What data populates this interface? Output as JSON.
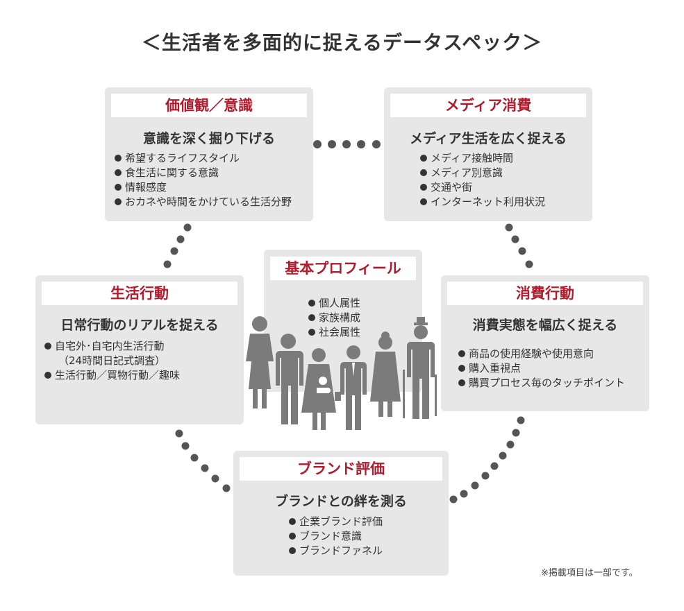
{
  "title": "＜生活者を多面的に捉えるデータスペック＞",
  "cards": {
    "values": {
      "header": "価値観／意識",
      "subtitle": "意識を深く掘り下げる",
      "items": [
        "希望するライフスタイル",
        "食生活に関する意識",
        "情報感度",
        "おカネや時間をかけている生活分野"
      ]
    },
    "media": {
      "header": "メディア消費",
      "subtitle": "メディア生活を広く捉える",
      "items": [
        "メディア接触時間",
        "メディア別意識",
        "交通や街",
        "インターネット利用状況"
      ]
    },
    "profile": {
      "header": "基本プロフィール",
      "items": [
        "個人属性",
        "家族構成",
        "社会属性"
      ]
    },
    "life": {
      "header": "生活行動",
      "subtitle": "日常行動のリアルを捉える",
      "items": [
        "自宅外･自宅内生活行動",
        "（24時間日記式調査）",
        "生活行動／買物行動／趣味"
      ]
    },
    "consume": {
      "header": "消費行動",
      "subtitle": "消費実態を幅広く捉える",
      "items": [
        "商品の使用経験や使用意向",
        "購入重視点",
        "購買プロセス毎のタッチポイント"
      ]
    },
    "brand": {
      "header": "ブランド評価",
      "subtitle": "ブランドとの絆を測る",
      "items": [
        "企業ブランド評価",
        "ブランド意識",
        "ブランドファネル"
      ]
    }
  },
  "note": "※掲載項目は一部です。",
  "colors": {
    "accent": "#b01c2e",
    "card_bg": "#e7e7e8",
    "figure": "#7b7b7b",
    "dots": "#555555"
  }
}
